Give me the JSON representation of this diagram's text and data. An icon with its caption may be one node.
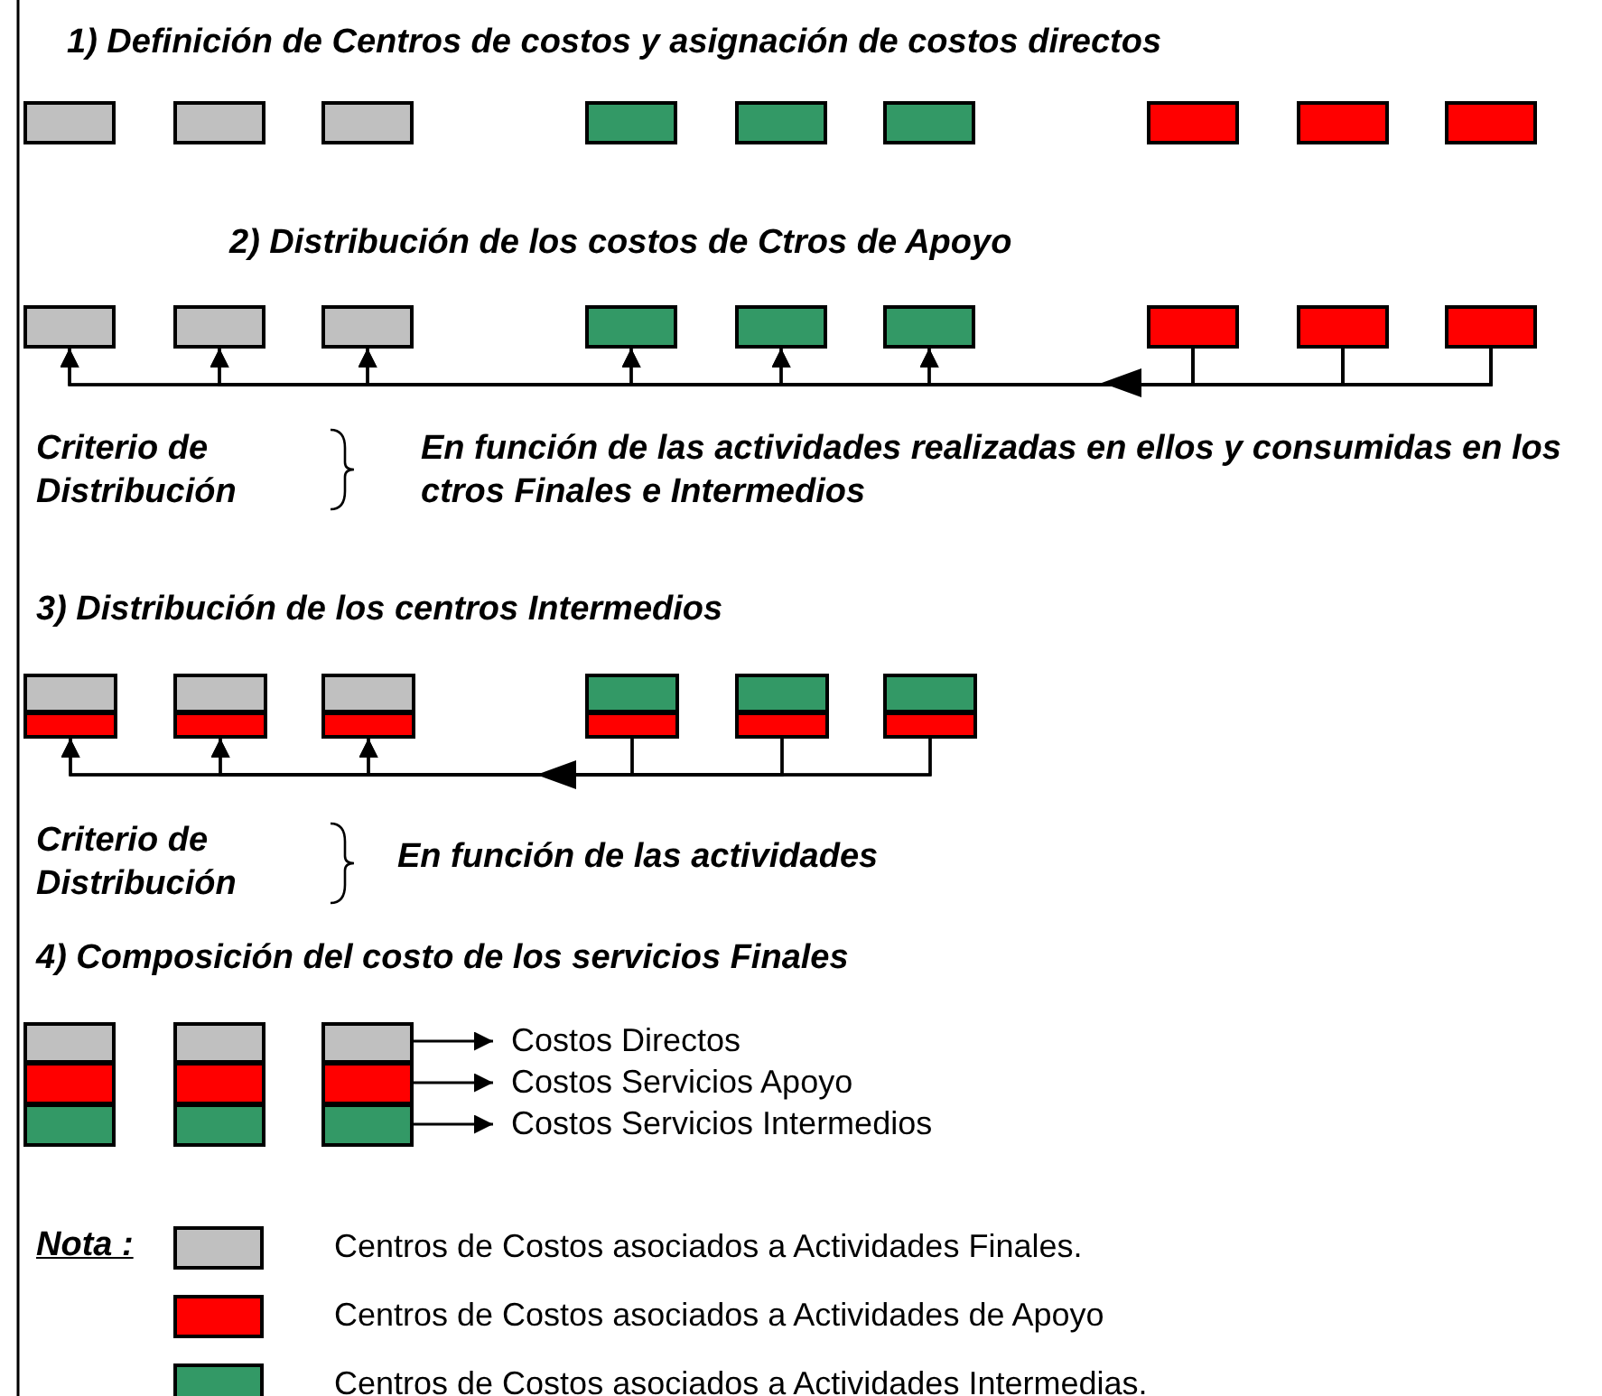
{
  "diagram": {
    "nodes": [
      {
        "text": [],
        "shape": "box"
      },
      {
        "text": [],
        "shape": "box"
      },
      {
        "text": [],
        "shape": "box"
      },
      {
        "text": [],
        "shape": "box"
      },
      {
        "text": [],
        "shape": "box"
      },
      {
        "text": [],
        "shape": "box"
      },
      {
        "text": [],
        "shape": "box"
      },
      {
        "text": [],
        "shape": "box"
      },
      {
        "text": [],
        "shape": "box"
      },
      {
        "text": [],
        "shape": "box"
      },
      {
        "text": [],
        "shape": "box"
      },
      {
        "text": [],
        "shape": "box"
      },
      {
        "text": [],
        "shape": "box"
      },
      {
        "text": [],
        "shape": "box"
      },
      {
        "text": [],
        "shape": "box"
      },
      {
        "text": [],
        "shape": "box"
      },
      {
        "text": [],
        "shape": "box"
      },
      {
        "text": [],
        "shape": "box"
      },
      {
        "text": [],
        "shape": "box"
      },
      {
        "text": [],
        "shape": "box"
      },
      {
        "text": [],
        "shape": "box"
      },
      {
        "text": [],
        "shape": "box"
      },
      {
        "text": [],
        "shape": "box"
      },
      {
        "text": [],
        "shape": "box"
      },
      {
        "text": [],
        "shape": "box"
      },
      {
        "text": [],
        "shape": "box"
      },
      {
        "text": [],
        "shape": "box"
      },
      {
        "text": [],
        "shape": "box"
      },
      {
        "text": [],
        "shape": "box"
      },
      {
        "text": [],
        "shape": "box"
      },
      {
        "text": [],
        "shape": "box"
      },
      {
        "text": [],
        "shape": "box"
      },
      {
        "text": [],
        "shape": "box"
      },
      {
        "text": [],
        "shape": "box"
      },
      {
        "text": [],
        "shape": "box"
      },
      {
        "text": [],
        "shape": "box"
      },
      {
        "text": [],
        "shape": "box"
      },
      {
        "text": [],
        "shape": "box"
      },
      {
        "text": [],
        "shape": "box"
      },
      {
        "text": [
          "Costos Directos"
        ]
      },
      {
        "text": [
          "Costos Servicios Apoyo"
        ]
      },
      {
        "text": [
          "Costos Servicios Intermedios"
        ]
      }
    ],
    "edges": [
      {
        "from": 15,
        "to": 9,
        "arrow": "to"
      },
      {
        "from": 15,
        "to": 10,
        "arrow": "to"
      },
      {
        "from": 15,
        "to": 11,
        "arrow": "to"
      },
      {
        "from": 15,
        "to": 12,
        "arrow": "to"
      },
      {
        "from": 15,
        "to": 13,
        "arrow": "to"
      },
      {
        "from": 15,
        "to": 14,
        "arrow": "to"
      },
      {
        "from": 16,
        "to": 9,
        "arrow": "to"
      },
      {
        "from": 16,
        "to": 10,
        "arrow": "to"
      },
      {
        "from": 16,
        "to": 11,
        "arrow": "to"
      },
      {
        "from": 16,
        "to": 12,
        "arrow": "to"
      },
      {
        "from": 16,
        "to": 13,
        "arrow": "to"
      },
      {
        "from": 16,
        "to": 14,
        "arrow": "to"
      },
      {
        "from": 17,
        "to": 9,
        "arrow": "to"
      },
      {
        "from": 17,
        "to": 10,
        "arrow": "to"
      },
      {
        "from": 17,
        "to": 11,
        "arrow": "to"
      },
      {
        "from": 17,
        "to": 12,
        "arrow": "to"
      },
      {
        "from": 17,
        "to": 13,
        "arrow": "to"
      },
      {
        "from": 17,
        "to": 14,
        "arrow": "to"
      },
      {
        "from": 25,
        "to": 19,
        "arrow": "to"
      },
      {
        "from": 25,
        "to": 21,
        "arrow": "to"
      },
      {
        "from": 25,
        "to": 23,
        "arrow": "to"
      },
      {
        "from": 27,
        "to": 19,
        "arrow": "to"
      },
      {
        "from": 27,
        "to": 21,
        "arrow": "to"
      },
      {
        "from": 27,
        "to": 23,
        "arrow": "to"
      },
      {
        "from": 29,
        "to": 19,
        "arrow": "to"
      },
      {
        "from": 29,
        "to": 21,
        "arrow": "to"
      },
      {
        "from": 29,
        "to": 23,
        "arrow": "to"
      },
      {
        "from": 36,
        "to": 39,
        "arrow": "to"
      },
      {
        "from": 37,
        "to": 40,
        "arrow": "to"
      },
      {
        "from": 38,
        "to": 41,
        "arrow": "to"
      }
    ],
    "labels": [
      "1) Definición de Centros de costos y asignación de costos directos",
      "2) Distribución de los costos de Ctros de Apoyo",
      "Criterio de Distribución",
      "En función de las actividades realizadas en ellos y consumidas en los ctros Finales e Intermedios",
      "3) Distribución de los centros Intermedios",
      "Criterio de Distribución",
      "En función de las actividades",
      "4) Composición del costo de los servicios Finales",
      "Nota :"
    ],
    "legend": [
      {
        "text": "Centros de Costos asociados a Actividades Finales.",
        "color": "#c0c0c0"
      },
      {
        "text": "Centros de Costos asociados a Actividades de Apoyo",
        "color": "#ff0000"
      },
      {
        "text": "Centros de Costos asociados a Actividades Intermedias.",
        "color": "#339966"
      }
    ]
  }
}
